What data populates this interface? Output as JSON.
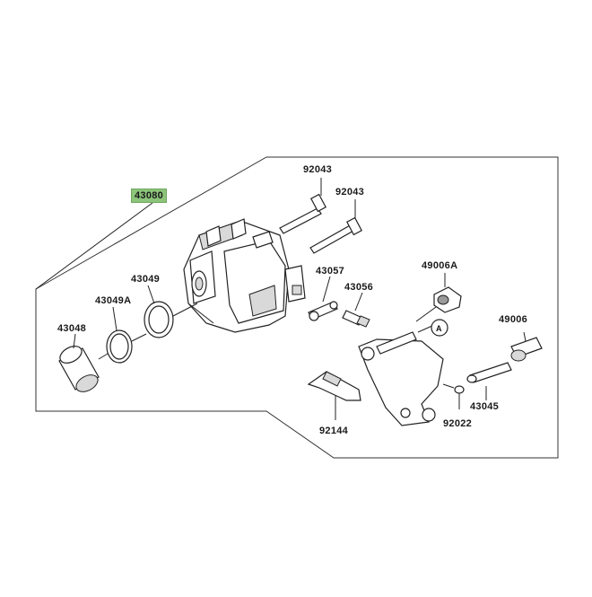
{
  "diagram": {
    "labels": {
      "p43080": "43080",
      "p92043a": "92043",
      "p92043b": "92043",
      "p43049": "43049",
      "p43049a": "43049A",
      "p43048": "43048",
      "p43057": "43057",
      "p43056": "43056",
      "p49006a": "49006A",
      "p49006": "49006",
      "p43045": "43045",
      "p92022": "92022",
      "p92144": "92144"
    },
    "callout": "A",
    "colors": {
      "highlight": "#8cc57a",
      "line": "#222222"
    }
  }
}
